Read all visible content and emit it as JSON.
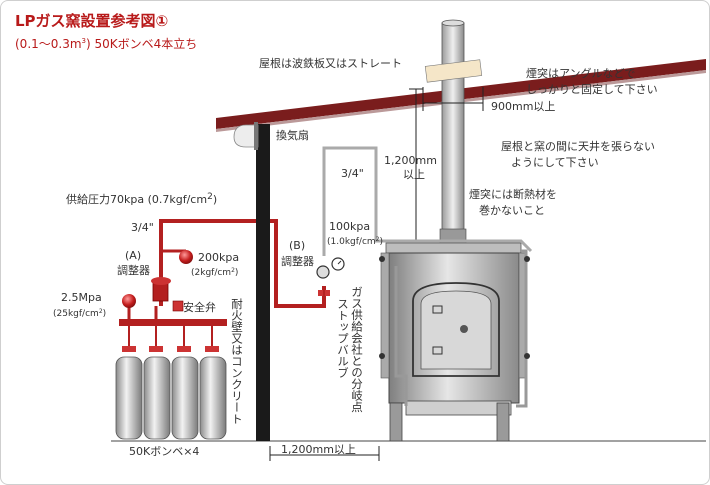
{
  "diagram": {
    "title": "LPガス窯設置参考図①",
    "subtitle_prefix": "(0.1〜0.3m",
    "subtitle_sup": "3",
    "subtitle_suffix": ") 50Kボンベ4本立ち",
    "labels": {
      "roof": "屋根は波鉄板又はストレート",
      "chimney_secure_1": "煙突はアングルなどで",
      "chimney_secure_2": "しっかりと固定して下さい",
      "dist_900": "900mm以上",
      "ceiling_1": "屋根と窯の間に天井を張らない",
      "ceiling_2": "ようにして下さい",
      "dist_1200_top": "1,200mm",
      "dist_1200_bottom": "以上",
      "fan": "換気扇",
      "pipe_34_upper": "3/4\"",
      "pipe_34_left": "3/4\"",
      "insulation_1": "煙突には断熱材を",
      "insulation_2": "巻かないこと",
      "supply_pressure": "供給圧力70kpa (0.7kgf/cm",
      "supply_pressure_sup": "2",
      "supply_pressure_end": ")",
      "reg_a_letter": "(A)",
      "reg_a_name": "調整器",
      "p200_main": "200kpa",
      "p200_sub": "(2kgf/cm",
      "p200_sup": "2",
      "p200_end": ")",
      "p25_main": "2.5Mpa",
      "p25_sub": "(25kgf/cm",
      "p25_sup": "2",
      "p25_end": ")",
      "safety_valve": "安全弁",
      "reg_b_letter": "(B)",
      "reg_b_name": "調整器",
      "p100_main": "100kpa",
      "p100_sub": "(1.0kgf/cm",
      "p100_sup": "2",
      "p100_end": ")",
      "fire_wall": "耐火壁又はコンクリート",
      "gas_branch_1": "ガス供給会社との分岐点",
      "gas_branch_2": "ストップバルブ",
      "cylinders": "50Kボンベ×4",
      "dist_1200_bottom_wall": "1,200mm以上"
    }
  },
  "colors": {
    "title": "#b81a1a",
    "pipe_red": "#b32020",
    "roof": "#7a1d1d",
    "wall": "#1a1a1a",
    "accent_gray": "#888888"
  }
}
